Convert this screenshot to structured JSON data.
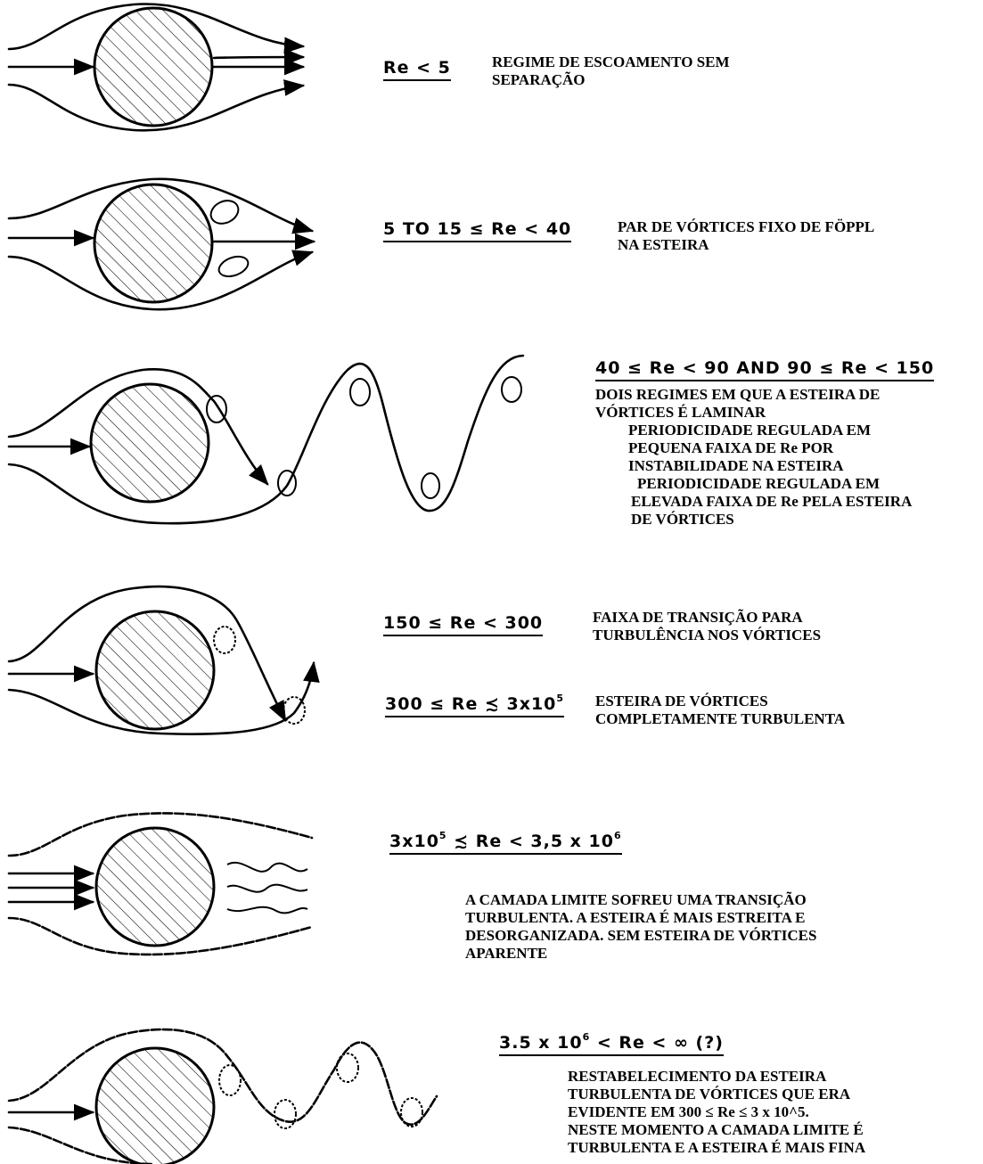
{
  "regimes": [
    {
      "re_label": "Re < 5",
      "description": [
        "REGIME DE ESCOAMENTO SEM",
        "SEPARAÇÃO"
      ]
    },
    {
      "re_label": "5 TO 15 ≤ Re < 40",
      "description": [
        "PAR DE VÓRTICES FIXO DE FÖPPL",
        "NA ESTEIRA"
      ]
    },
    {
      "re_label": "40 ≤ Re < 90 AND 90 ≤ Re < 150",
      "description": [
        "DOIS REGIMES EM QUE A ESTEIRA DE",
        "VÓRTICES É LAMINAR",
        "PERIODICIDADE REGULADA EM",
        "PEQUENA FAIXA DE Re POR",
        "INSTABILIDADE NA ESTEIRA",
        "PERIODICIDADE REGULADA EM",
        "ELEVADA FAIXA DE Re PELA ESTEIRA",
        "DE VÓRTICES"
      ]
    },
    {
      "re_label": "150 ≤ Re < 300",
      "description": [
        "FAIXA DE TRANSIÇÃO PARA",
        "TURBULÊNCIA NOS VÓRTICES"
      ]
    },
    {
      "re_label_prefix": "300 ≤ Re ≾ 3x10",
      "re_label_exp": "5",
      "description": [
        "ESTEIRA DE VÓRTICES",
        "COMPLETAMENTE TURBULENTA"
      ]
    },
    {
      "re_label_part1": "3x10",
      "re_label_exp1": "5",
      "re_label_part2": " ≾ Re < 3,5 x 10",
      "re_label_exp2": "6",
      "description": [
        "A CAMADA LIMITE SOFREU UMA TRANSIÇÃO",
        "TURBULENTA. A ESTEIRA É MAIS ESTREITA E",
        "DESORGANIZADA. SEM ESTEIRA DE VÓRTICES",
        "APARENTE"
      ]
    },
    {
      "re_label_part1": "3.5 x 10",
      "re_label_exp1": "6",
      "re_label_part2": " < Re < ∞ (?)",
      "description": [
        "RESTABELECIMENTO DA ESTEIRA",
        "TURBULENTA DE VÓRTICES QUE ERA",
        "EVIDENTE EM 300 ≤ Re ≤  3 x 10^5.",
        "NESTE MOMENTO A CAMADA LIMITE É",
        "TURBULENTA E A ESTEIRA É MAIS FINA"
      ]
    }
  ]
}
